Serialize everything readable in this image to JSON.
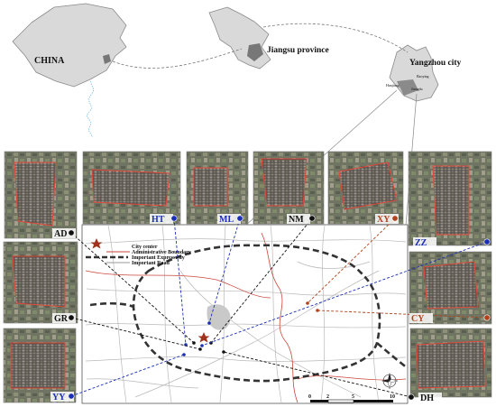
{
  "overview": {
    "china_label": "CHINA",
    "jiangsu_label": "Jiangsu province",
    "yangzhou_label": "Yangzhou city",
    "district_labels": [
      "Baoying",
      "Hanjiang",
      "Jiangdu"
    ]
  },
  "legend": {
    "items": [
      {
        "label": "City center",
        "kind": "star"
      },
      {
        "label": "Administrative Boundary",
        "kind": "thin-red"
      },
      {
        "label": "Important Expressway",
        "kind": "thick-dash"
      },
      {
        "label": "Important Road",
        "kind": "grey-line"
      }
    ]
  },
  "scale_bar": {
    "ticks": [
      "0",
      "2",
      "5",
      "10"
    ],
    "unit": ""
  },
  "sites": [
    {
      "code": "AD",
      "marker_color": "#111111",
      "label_color": "#111111"
    },
    {
      "code": "HT",
      "marker_color": "#1a2fb5",
      "label_color": "#1a2fb5"
    },
    {
      "code": "ML",
      "marker_color": "#1a2fb5",
      "label_color": "#1a2fb5"
    },
    {
      "code": "NM",
      "marker_color": "#111111",
      "label_color": "#111111"
    },
    {
      "code": "XY",
      "marker_color": "#b0431b",
      "label_color": "#b0431b"
    },
    {
      "code": "ZZ",
      "marker_color": "#1a2fb5",
      "label_color": "#1a2fb5"
    },
    {
      "code": "GR",
      "marker_color": "#111111",
      "label_color": "#111111"
    },
    {
      "code": "CY",
      "marker_color": "#b0431b",
      "label_color": "#b0431b"
    },
    {
      "code": "YY",
      "marker_color": "#1a2fb5",
      "label_color": "#1a2fb5"
    },
    {
      "code": "DH",
      "marker_color": "#111111",
      "label_color": "#111111"
    }
  ],
  "colors": {
    "admin_boundary": "#c8463a",
    "expressway": "#333333",
    "road": "#b9b9b9",
    "blue_link": "#1a2fb5",
    "black_link": "#111111",
    "red_link": "#b0431b",
    "aerial_base": "#6f7560"
  },
  "icons": [
    "compass-rose-icon",
    "city-center-star-icon"
  ]
}
